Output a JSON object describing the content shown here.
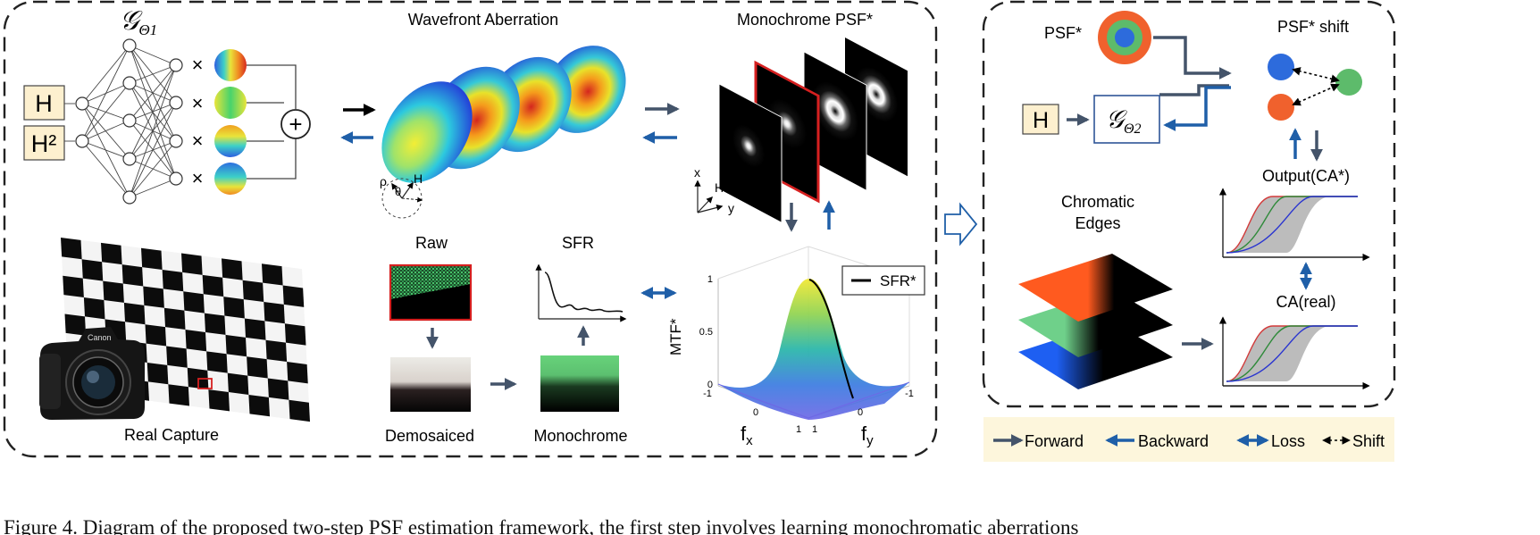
{
  "left_panel": {
    "network_label": "𝒢",
    "network_subscript": "Θ1",
    "inputs": [
      "H",
      "H²"
    ],
    "multiply_symbol": "×",
    "sum_symbol": "+",
    "wavefront_title": "Wavefront Aberration",
    "coord_labels": {
      "rho": "ρ",
      "theta": "θ",
      "h": "H"
    },
    "psf_title": "Monochrome PSF*",
    "axes_labels": {
      "x": "x",
      "h": "H",
      "y": "y"
    },
    "real_capture_label": "Real Capture",
    "camera_brand": "Canon",
    "raw_title": "Raw",
    "sfr_title": "SFR",
    "demosaiced_label": "Demosaiced",
    "monochrome_label": "Monochrome",
    "mtf_plot": {
      "z_label": "MTF*",
      "legend": "SFR*",
      "z_ticks": [
        "0",
        "0.5",
        "1"
      ],
      "x_label": "f",
      "x_sub": "x",
      "y_label": "f",
      "y_sub": "y",
      "x_ticks": [
        "-1",
        "0",
        "1"
      ],
      "y_ticks": [
        "1",
        "0",
        "-1"
      ]
    }
  },
  "right_panel": {
    "psf_label": "PSF*",
    "shift_title": "PSF* shift",
    "input": "H",
    "network_label": "𝒢",
    "network_subscript": "Θ2",
    "output_label": "Output(CA*)",
    "chromatic_label_line1": "Chromatic",
    "chromatic_label_line2": "Edges",
    "real_label": "CA(real)"
  },
  "legend": {
    "forward": "Forward",
    "backward": "Backward",
    "loss": "Loss",
    "shift": "Shift"
  },
  "caption": "Figure 4.  Diagram of the proposed two-step PSF estimation framework, the first step involves learning monochromatic aberrations",
  "colors": {
    "forward": "#44546a",
    "backward": "#1f5fa8",
    "psf_outer": "#f0612d",
    "psf_mid": "#5dbb6b",
    "psf_inner": "#2d6bdc",
    "legend_bg": "#fdf6dc",
    "input_bg": "#fdf0cf"
  }
}
